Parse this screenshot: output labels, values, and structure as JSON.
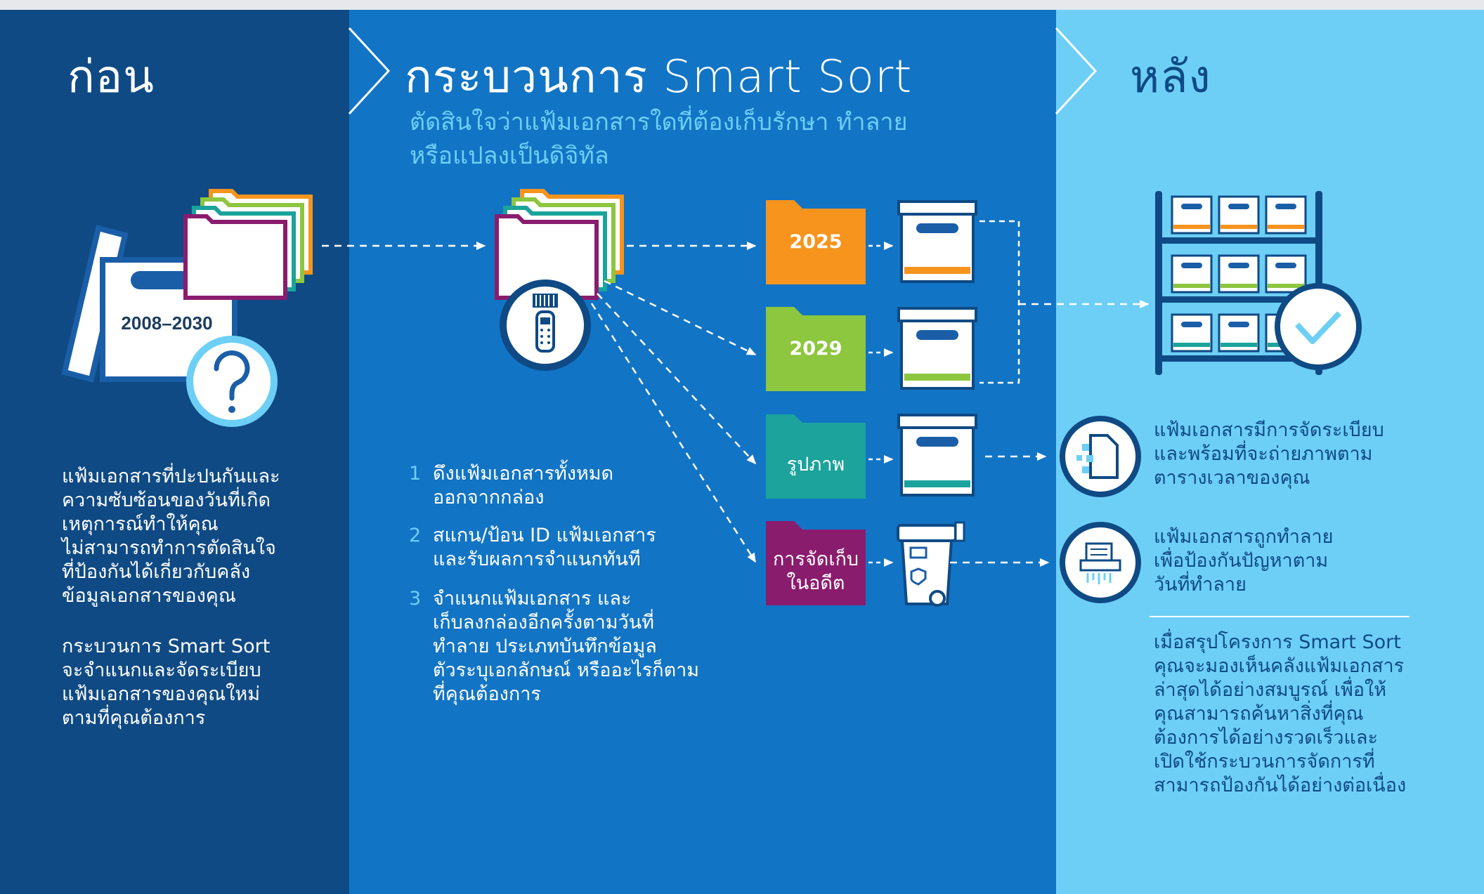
{
  "columns": {
    "before": {
      "title": "ก่อน",
      "box_label": "2008–2030",
      "paragraph1": [
        "แฟ้มเอกสารที่ปะปนกันและ",
        "ความซับซ้อนของวันที่เกิด",
        "เหตุการณ์ทำให้คุณ",
        "ไม่สามารถทำการตัดสินใจ",
        "ที่ป้องกันได้เกี่ยวกับคลัง",
        "ข้อมูลเอกสารของคุณ"
      ],
      "paragraph2": [
        "กระบวนการ Smart Sort",
        "จะจำแนกและจัดระเบียบ",
        "แฟ้มเอกสารของคุณใหม่",
        "ตามที่คุณต้องการ"
      ]
    },
    "process": {
      "title": "กระบวนการ Smart Sort",
      "subtitle": [
        "ตัดสินใจว่าแฟ้มเอกสารใดที่ต้องเก็บรักษา ทำลาย",
        "หรือแปลงเป็นดิจิทัล"
      ],
      "steps": [
        {
          "num": "1",
          "lines": [
            "ดึงแฟ้มเอกสารทั้งหมด",
            "ออกจากกล่อง"
          ]
        },
        {
          "num": "2",
          "lines": [
            "สแกน/ป้อน ID แฟ้มเอกสาร",
            "และรับผลการจำแนกทันที"
          ]
        },
        {
          "num": "3",
          "lines": [
            "จำแนกแฟ้มเอกสาร และ",
            "เก็บลงกล่องอีกครั้งตามวันที่",
            "ทำลาย ประเภทบันทึกข้อมูล",
            "ตัวระบุเอกลักษณ์ หรืออะไรก็ตาม",
            "ที่คุณต้องการ"
          ]
        }
      ],
      "folders": [
        {
          "label": "2025",
          "color": "#f7941d"
        },
        {
          "label": "2029",
          "color": "#8dc63f"
        },
        {
          "label": "รูปภาพ",
          "color": "#1ba39c"
        },
        {
          "label_lines": [
            "การจัดเก็บ",
            "ในอดีต"
          ],
          "color": "#8a1c6e"
        }
      ]
    },
    "after": {
      "title": "หลัง",
      "item1": [
        "แฟ้มเอกสารมีการจัดระเบียบ",
        "และพร้อมที่จะถ่ายภาพตาม",
        "ตารางเวลาของคุณ"
      ],
      "item2": [
        "แฟ้มเอกสารถูกทำลาย",
        "เพื่อป้องกันปัญหาตาม",
        "วันที่ทำลาย"
      ],
      "summary": [
        "เมื่อสรุปโครงการ Smart Sort",
        "คุณจะมองเห็นคลังแฟ้มเอกสาร",
        "ล่าสุดได้อย่างสมบูรณ์ เพื่อให้",
        "คุณสามารถค้นหาสิ่งที่คุณ",
        "ต้องการได้อย่างรวดเร็วและ",
        "เปิดใช้กระบวนการจัดการที่",
        "สามารถป้องกันได้อย่างต่อเนื่อง"
      ]
    }
  },
  "colors": {
    "navy": "#0f4a84",
    "blue": "#1274c4",
    "light_blue": "#6dcff6",
    "orange": "#f7941d",
    "green": "#8dc63f",
    "teal": "#1ba39c",
    "purple": "#8a1c6e"
  },
  "icons": [
    "question-icon",
    "barcode-scanner-icon",
    "checkmark-icon",
    "document-puzzle-icon",
    "shredder-icon",
    "archive-box-icon",
    "shelf-icon",
    "shred-bin-icon"
  ]
}
